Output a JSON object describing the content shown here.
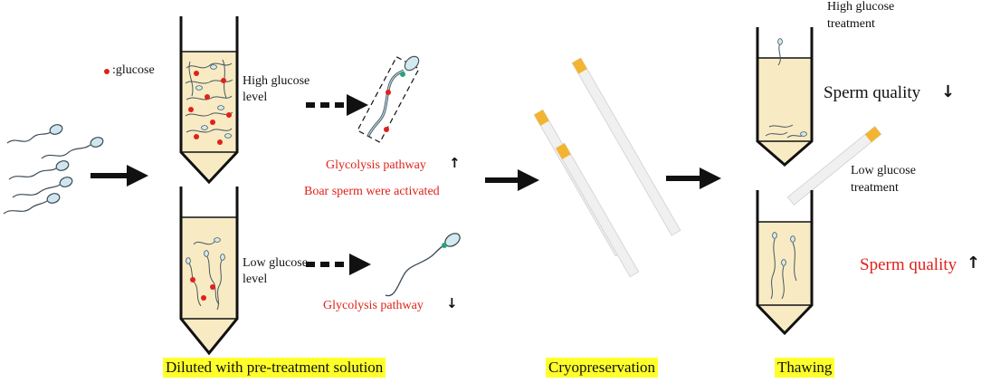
{
  "legend": {
    "dot_label": ":glucose",
    "dot_color": "#e0211a"
  },
  "pretreatment": {
    "high_label_1": "High glucose",
    "high_label_2": "level",
    "low_label_1": "Low glucose",
    "low_label_2": "level",
    "glycolysis_high": "Glycolysis  pathway",
    "glycolysis_low": "Glycolysis  pathway",
    "activated": "Boar sperm were activated",
    "up_arrow": "↑",
    "down_arrow": "↓"
  },
  "thawing": {
    "high_label_1": "High glucose",
    "high_label_2": "treatment",
    "low_label_1": "Low glucose",
    "low_label_2": "treatment",
    "quality_high": "Sperm quality",
    "quality_low": "Sperm quality"
  },
  "stages": {
    "dilution": "Diluted with pre-treatment solution",
    "cryo": "Cryopreservation",
    "thawing": "Thawing"
  },
  "colors": {
    "liquid": "#f8ebc4",
    "straw": "#f0f0f0",
    "straw_cap": "#f3b432",
    "highlight": "#ffff2a",
    "red_text": "#e0211a"
  }
}
